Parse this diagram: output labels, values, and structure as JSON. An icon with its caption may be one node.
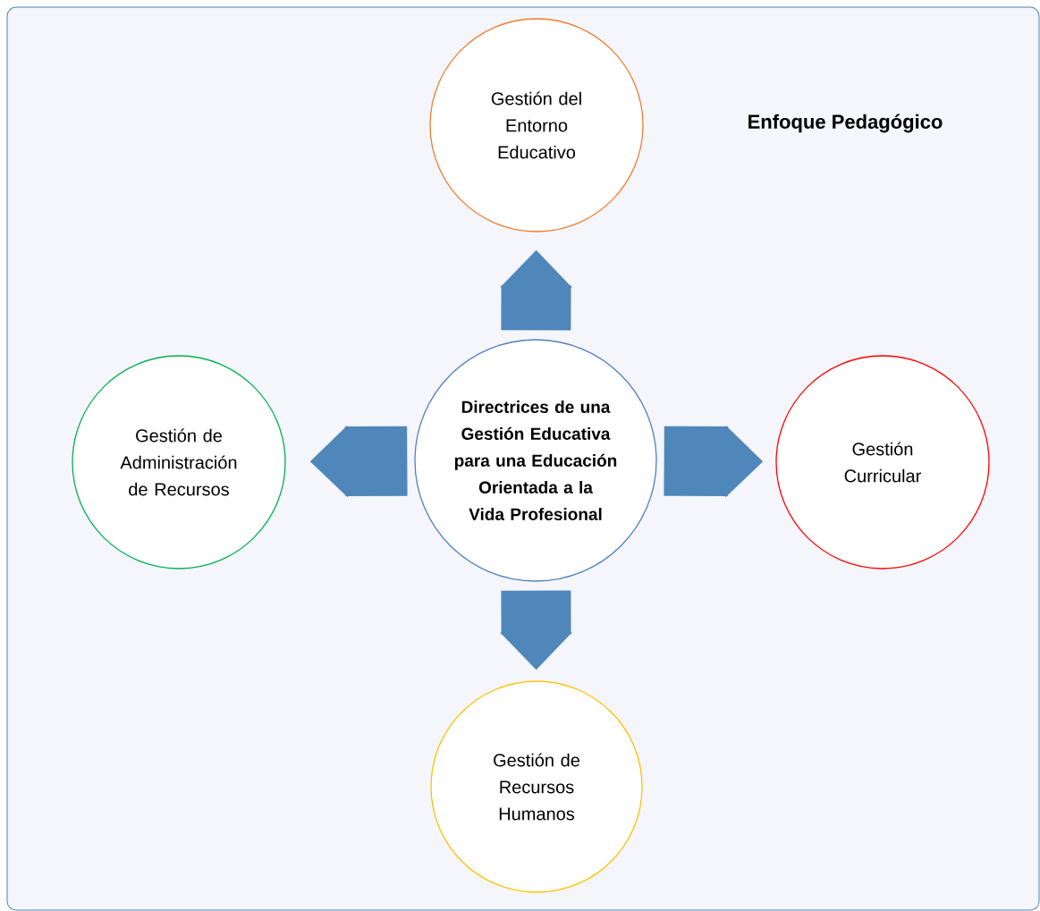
{
  "diagram": {
    "title": "Enfoque Pedagógico",
    "nodes": [
      {
        "text": [
          "Directrices de una Gestión Educativa para una Educación Orientada a la Vida Profesional"
        ]
      },
      {
        "text": [
          "Gestión del Entorno Educativo"
        ]
      },
      {
        "text": [
          "Gestión de Administración de Recursos"
        ]
      },
      {
        "text": [
          "Gestión Curricular"
        ]
      },
      {
        "text": [
          "Gestión de Recursos Humanos"
        ]
      }
    ],
    "edges": [
      {
        "from": 0,
        "to": 1,
        "arrow": "to"
      },
      {
        "from": 0,
        "to": 2,
        "arrow": "to"
      },
      {
        "from": 0,
        "to": 3,
        "arrow": "to"
      },
      {
        "from": 0,
        "to": 4,
        "arrow": "to"
      }
    ]
  }
}
